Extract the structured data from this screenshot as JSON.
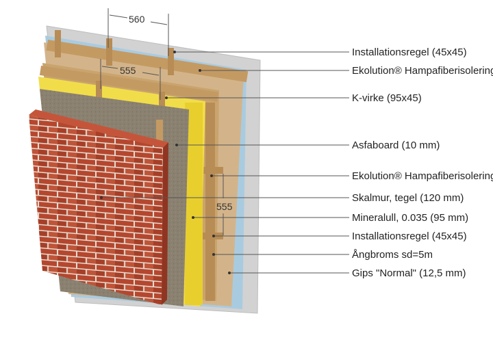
{
  "dimensions": {
    "top": "560",
    "middle": "555",
    "vertical": "555"
  },
  "labels": [
    "Installationsregel (45x45)",
    "Ekolution® Hampafiberisolering",
    "K-virke (95x45)",
    "Asfaboard (10 mm)",
    "Ekolution® Hampafiberisolering",
    "Skalmur, tegel (120 mm)",
    "Mineralull, 0.035 (95 mm)",
    "Installationsregel (45x45)",
    "Ångbroms sd=5m",
    "Gips \"Normal\" (12,5 mm)"
  ],
  "colors": {
    "gips": "#d2d2d2",
    "angbroms": "#a9cbe0",
    "hampa": "#d3b48a",
    "timber": "#c49a63",
    "mineralull": "#f1dd4a",
    "asfaboard": "#8b8171",
    "brick": "#b5472f",
    "mortar": "#e8e0d6",
    "leader": "#555555"
  }
}
